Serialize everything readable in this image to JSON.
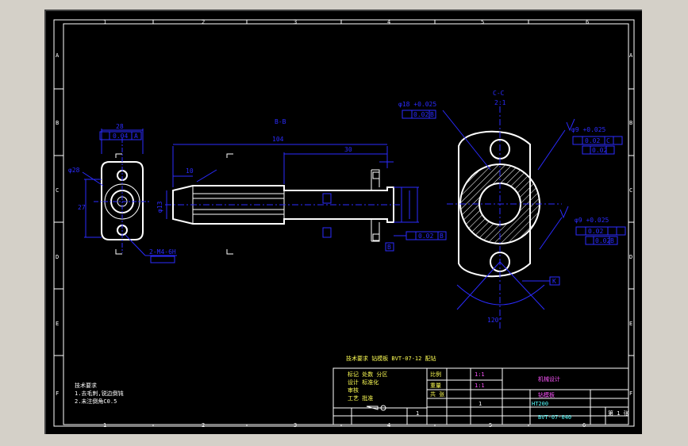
{
  "border": {
    "top_zones": [
      "1",
      "2",
      "3",
      "4",
      "5",
      "6"
    ],
    "bottom_zones": [
      "1",
      "2",
      "3",
      "4",
      "5",
      "6"
    ],
    "left_rows": [
      "A",
      "B",
      "C",
      "D",
      "E",
      "F"
    ],
    "right_rows": [
      "A",
      "B",
      "C",
      "D",
      "E",
      "F"
    ]
  },
  "views": {
    "section_bb": "B-B",
    "section_cc": "C-C",
    "section_cc_sub": "2:1"
  },
  "dims": {
    "d104": "104",
    "d30": "30",
    "d10": "10",
    "d28w": "28",
    "d27": "27",
    "d13": "φ13",
    "r28": "φ28",
    "tol_top_left": "0.04",
    "tol_top_left_ref": "A",
    "tol_right_val": "0.02",
    "tol_right_ref": "B",
    "tol_cc_top": "0.02",
    "tol_cc_top_ref": "B",
    "tol_cc_r1": "0.02",
    "tol_cc_r1_ref": "C",
    "tol_cc_r2": "0.02",
    "tol_cc_r3": "0.02",
    "tol_cc_r3_ref": "B",
    "cc_dim_top": "φ18 +0.025",
    "cc_dim_r1": "φ9 +0.025",
    "cc_dim_r2": "φ9 +0.025",
    "arc_label": "120°",
    "k_label": "K",
    "b_label": "B",
    "a_label": "A",
    "c_label": "C",
    "thread_note": "2-M4-6H"
  },
  "notes": {
    "bottom_title": "技术要求 钻模板 BVT-07-12  配钻",
    "tech_title": "技术要求",
    "tech_lines": [
      "1.去毛刺,锐边倒钝",
      "2.未注倒角C0.5"
    ]
  },
  "title_block": {
    "rev_rows": [
      "标记 处数 分区",
      "设计 标准化",
      "审核",
      "工艺 批准"
    ],
    "scale_label": "比例",
    "scale_value": "1:1",
    "weight_label": "重量",
    "sheet_label": "共 张",
    "sheet_value": "第 1 张",
    "material": "HT200",
    "part_name": "钻模板",
    "company": "机械设计",
    "drawing_no": "BVT-07-040",
    "sheet_count": "1",
    "misc1": "1",
    "misc2": "1:1"
  }
}
